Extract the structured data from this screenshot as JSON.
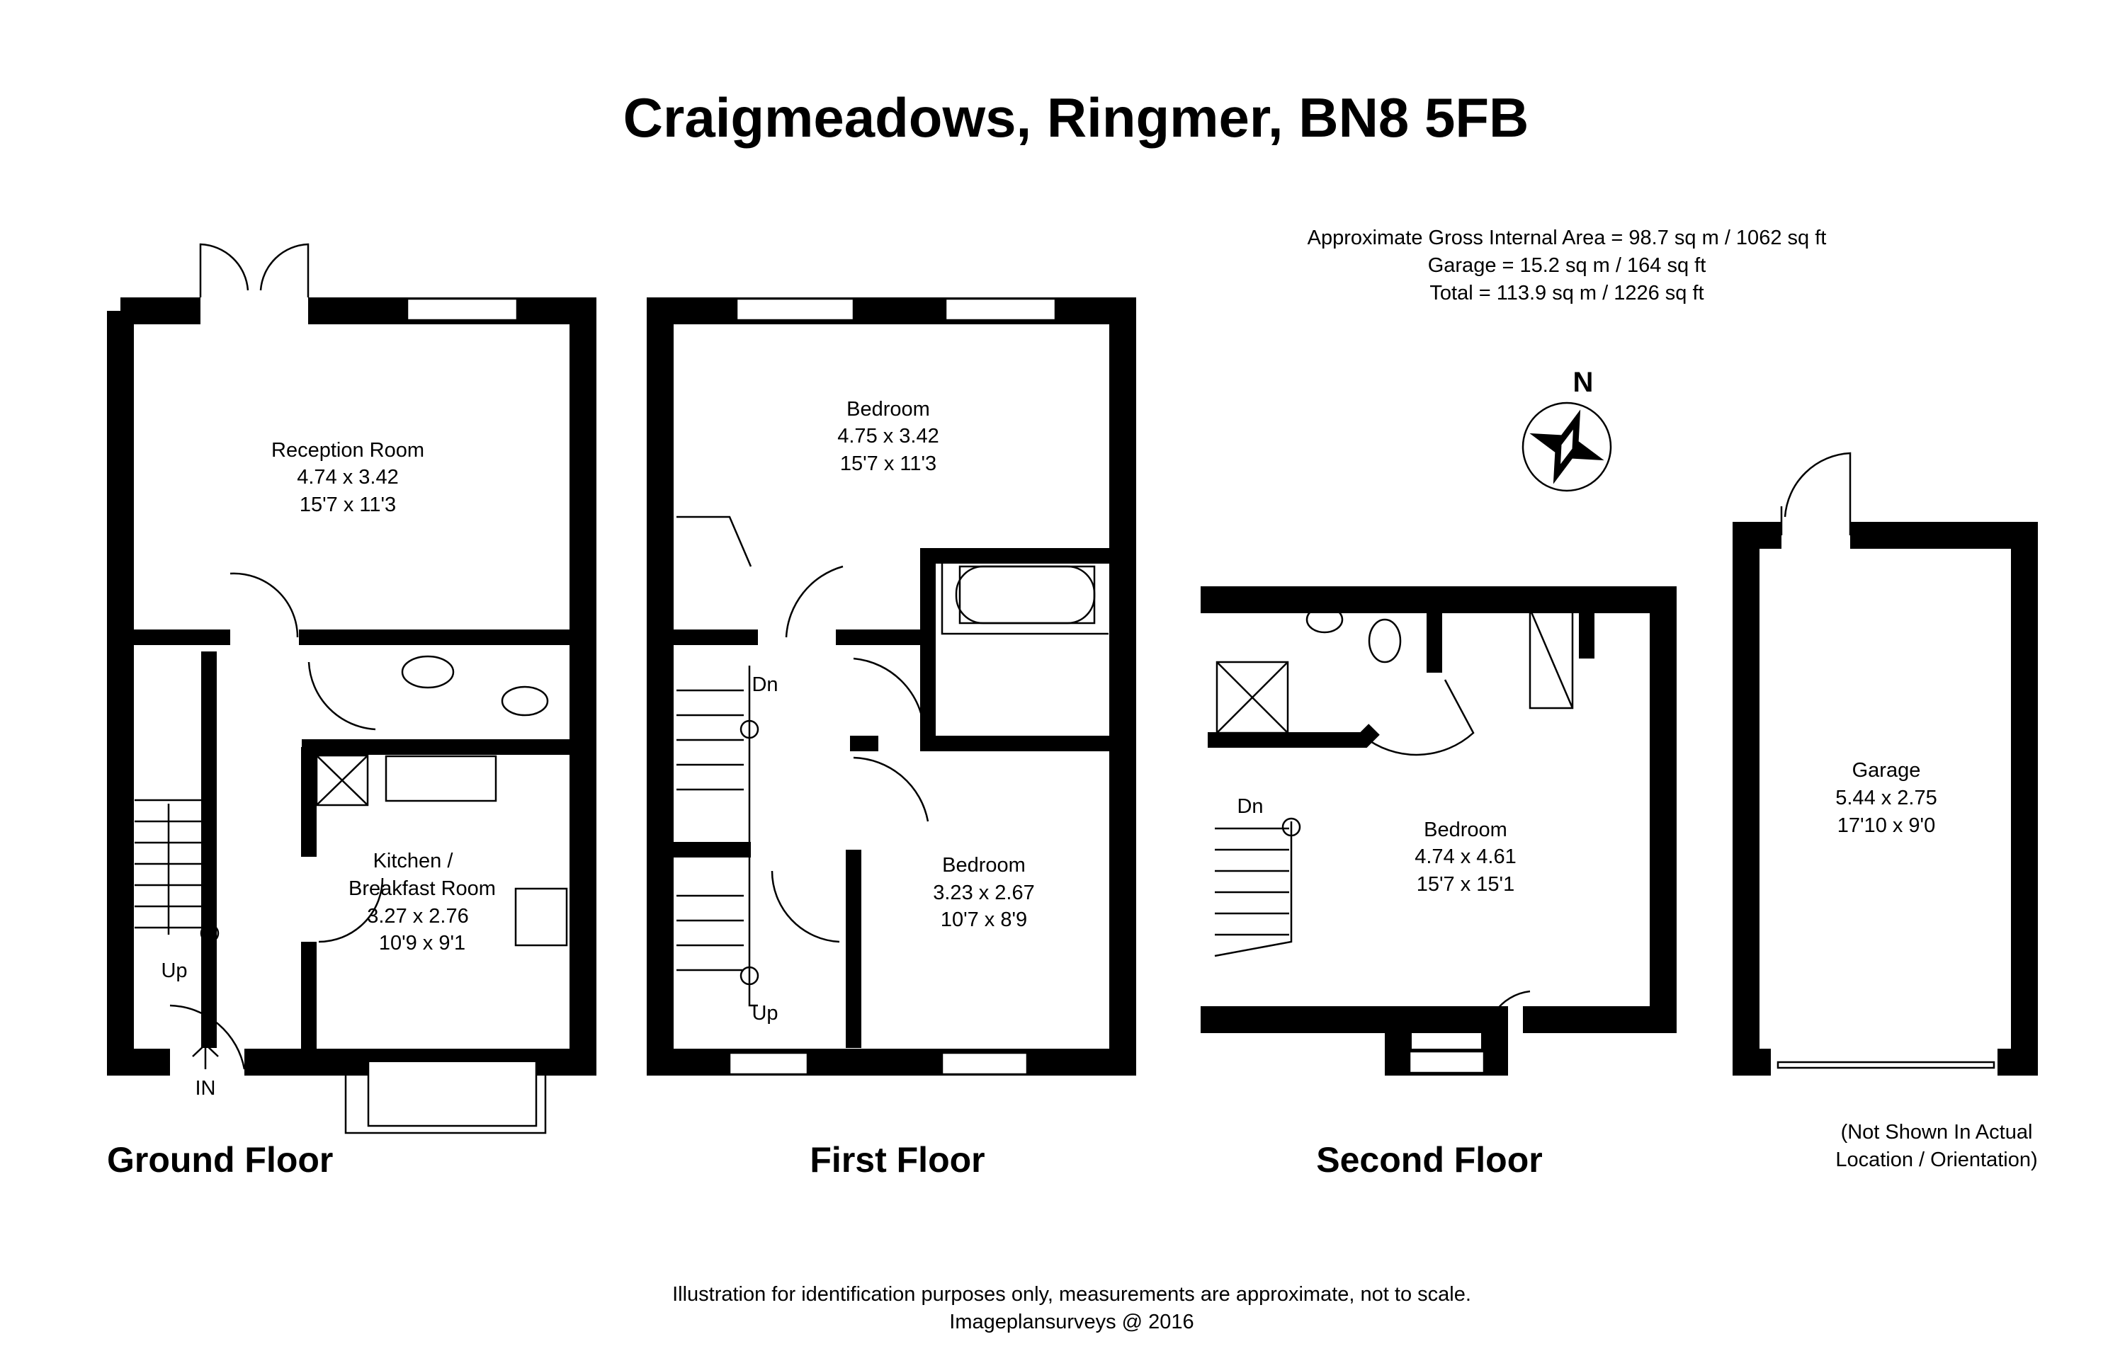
{
  "title": "Craigmeadows, Ringmer, BN8 5FB",
  "area": {
    "line1": "Approximate Gross Internal Area = 98.7 sq m / 1062 sq ft",
    "line2": "Garage = 15.2 sq m / 164 sq ft",
    "line3": "Total = 113.9 sq m / 1226 sq ft"
  },
  "compass": {
    "label": "N"
  },
  "floors": {
    "ground": {
      "label": "Ground Floor",
      "reception": {
        "name": "Reception Room",
        "metric": "4.74 x 3.42",
        "imperial": "15'7 x 11'3"
      },
      "kitchen": {
        "name1": "Kitchen /",
        "name2": "Breakfast Room",
        "metric": "3.27 x 2.76",
        "imperial": "10'9 x 9'1"
      },
      "stairs": "Up",
      "entrance": "IN"
    },
    "first": {
      "label": "First Floor",
      "bedroom1": {
        "name": "Bedroom",
        "metric": "4.75 x 3.42",
        "imperial": "15'7 x 11'3"
      },
      "bedroom2": {
        "name": "Bedroom",
        "metric": "3.23 x 2.67",
        "imperial": "10'7 x 8'9"
      },
      "stairs_down": "Dn",
      "stairs_up": "Up"
    },
    "second": {
      "label": "Second Floor",
      "bedroom": {
        "name": "Bedroom",
        "metric": "4.74 x 4.61",
        "imperial": "15'7 x 15'1"
      },
      "stairs_down": "Dn"
    },
    "garage": {
      "name": "Garage",
      "metric": "5.44 x 2.75",
      "imperial": "17'10 x 9'0",
      "note1": "(Not Shown In Actual",
      "note2": "Location / Orientation)"
    }
  },
  "footer": {
    "line1": "Illustration for identification purposes only, measurements are approximate, not to scale.",
    "line2": "Imageplansurveys @ 2016"
  }
}
